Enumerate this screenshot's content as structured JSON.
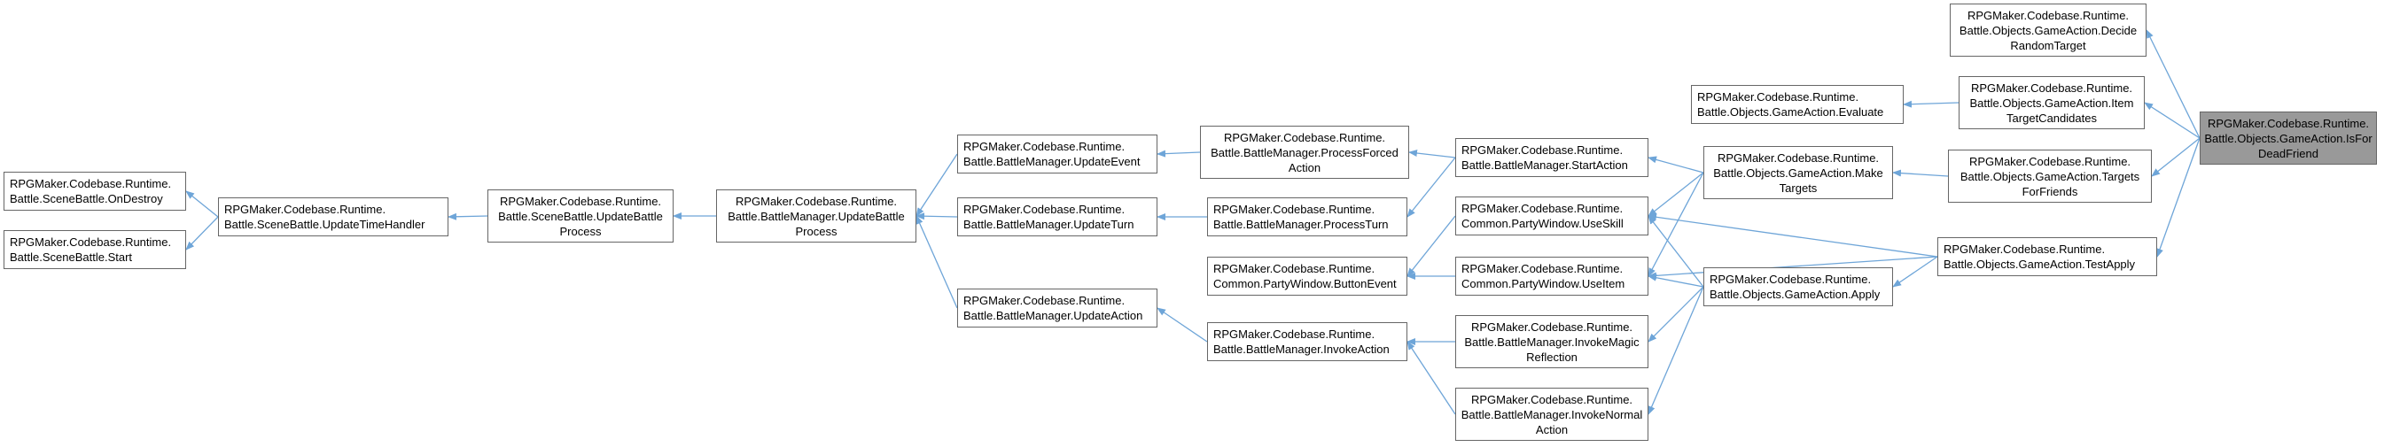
{
  "colors": {
    "edge": "#6ea5d8",
    "node_border": "#666666",
    "focus_fill": "#999999"
  },
  "nodes": {
    "onDestroy": {
      "lines": [
        "RPGMaker.Codebase.Runtime.",
        "Battle.SceneBattle.OnDestroy"
      ]
    },
    "start": {
      "lines": [
        "RPGMaker.Codebase.Runtime.",
        "Battle.SceneBattle.Start"
      ]
    },
    "updateTimeHandler": {
      "lines": [
        "RPGMaker.Codebase.Runtime.",
        "Battle.SceneBattle.UpdateTimeHandler"
      ]
    },
    "sceneUpdateBattleProcess": {
      "lines": [
        "RPGMaker.Codebase.Runtime.",
        "Battle.SceneBattle.UpdateBattle",
        "Process"
      ]
    },
    "bmUpdateBattleProcess": {
      "lines": [
        "RPGMaker.Codebase.Runtime.",
        "Battle.BattleManager.UpdateBattle",
        "Process"
      ]
    },
    "updateEvent": {
      "lines": [
        "RPGMaker.Codebase.Runtime.",
        "Battle.BattleManager.UpdateEvent"
      ]
    },
    "updateTurn": {
      "lines": [
        "RPGMaker.Codebase.Runtime.",
        "Battle.BattleManager.UpdateTurn"
      ]
    },
    "updateAction": {
      "lines": [
        "RPGMaker.Codebase.Runtime.",
        "Battle.BattleManager.UpdateAction"
      ]
    },
    "processForcedAction": {
      "lines": [
        "RPGMaker.Codebase.Runtime.",
        "Battle.BattleManager.ProcessForced",
        "Action"
      ]
    },
    "processTurn": {
      "lines": [
        "RPGMaker.Codebase.Runtime.",
        "Battle.BattleManager.ProcessTurn"
      ]
    },
    "buttonEvent": {
      "lines": [
        "RPGMaker.Codebase.Runtime.",
        "Common.PartyWindow.ButtonEvent"
      ]
    },
    "invokeAction": {
      "lines": [
        "RPGMaker.Codebase.Runtime.",
        "Battle.BattleManager.InvokeAction"
      ]
    },
    "startAction": {
      "lines": [
        "RPGMaker.Codebase.Runtime.",
        "Battle.BattleManager.StartAction"
      ]
    },
    "useSkill": {
      "lines": [
        "RPGMaker.Codebase.Runtime.",
        "Common.PartyWindow.UseSkill"
      ]
    },
    "useItem": {
      "lines": [
        "RPGMaker.Codebase.Runtime.",
        "Common.PartyWindow.UseItem"
      ]
    },
    "invokeMagicReflection": {
      "lines": [
        "RPGMaker.Codebase.Runtime.",
        "Battle.BattleManager.InvokeMagic",
        "Reflection"
      ]
    },
    "invokeNormalAction": {
      "lines": [
        "RPGMaker.Codebase.Runtime.",
        "Battle.BattleManager.InvokeNormal",
        "Action"
      ]
    },
    "evaluate": {
      "lines": [
        "RPGMaker.Codebase.Runtime.",
        "Battle.Objects.GameAction.Evaluate"
      ]
    },
    "makeTargets": {
      "lines": [
        "RPGMaker.Codebase.Runtime.",
        "Battle.Objects.GameAction.Make",
        "Targets"
      ]
    },
    "apply": {
      "lines": [
        "RPGMaker.Codebase.Runtime.",
        "Battle.Objects.GameAction.Apply"
      ]
    },
    "decideRandomTarget": {
      "lines": [
        "RPGMaker.Codebase.Runtime.",
        "Battle.Objects.GameAction.Decide",
        "RandomTarget"
      ]
    },
    "itemTargetCandidates": {
      "lines": [
        "RPGMaker.Codebase.Runtime.",
        "Battle.Objects.GameAction.Item",
        "TargetCandidates"
      ]
    },
    "targetsForFriends": {
      "lines": [
        "RPGMaker.Codebase.Runtime.",
        "Battle.Objects.GameAction.Targets",
        "ForFriends"
      ]
    },
    "testApply": {
      "lines": [
        "RPGMaker.Codebase.Runtime.",
        "Battle.Objects.GameAction.TestApply"
      ]
    },
    "isForDeadFriend": {
      "lines": [
        "RPGMaker.Codebase.Runtime.",
        "Battle.Objects.GameAction.IsFor",
        "DeadFriend"
      ]
    }
  },
  "edges": [
    [
      "updateTimeHandler",
      "onDestroy"
    ],
    [
      "updateTimeHandler",
      "start"
    ],
    [
      "sceneUpdateBattleProcess",
      "updateTimeHandler"
    ],
    [
      "bmUpdateBattleProcess",
      "sceneUpdateBattleProcess"
    ],
    [
      "updateEvent",
      "bmUpdateBattleProcess"
    ],
    [
      "updateTurn",
      "bmUpdateBattleProcess"
    ],
    [
      "updateAction",
      "bmUpdateBattleProcess"
    ],
    [
      "processForcedAction",
      "updateEvent"
    ],
    [
      "processTurn",
      "updateTurn"
    ],
    [
      "invokeAction",
      "updateAction"
    ],
    [
      "startAction",
      "processForcedAction"
    ],
    [
      "startAction",
      "processTurn"
    ],
    [
      "useSkill",
      "buttonEvent"
    ],
    [
      "useItem",
      "buttonEvent"
    ],
    [
      "invokeMagicReflection",
      "invokeAction"
    ],
    [
      "invokeNormalAction",
      "invokeAction"
    ],
    [
      "makeTargets",
      "startAction"
    ],
    [
      "makeTargets",
      "useSkill"
    ],
    [
      "makeTargets",
      "useItem"
    ],
    [
      "apply",
      "useSkill"
    ],
    [
      "apply",
      "useItem"
    ],
    [
      "apply",
      "invokeMagicReflection"
    ],
    [
      "apply",
      "invokeNormalAction"
    ],
    [
      "itemTargetCandidates",
      "evaluate"
    ],
    [
      "targetsForFriends",
      "makeTargets"
    ],
    [
      "testApply",
      "useSkill"
    ],
    [
      "testApply",
      "useItem"
    ],
    [
      "testApply",
      "apply"
    ],
    [
      "isForDeadFriend",
      "decideRandomTarget"
    ],
    [
      "isForDeadFriend",
      "itemTargetCandidates"
    ],
    [
      "isForDeadFriend",
      "targetsForFriends"
    ],
    [
      "isForDeadFriend",
      "testApply"
    ]
  ]
}
